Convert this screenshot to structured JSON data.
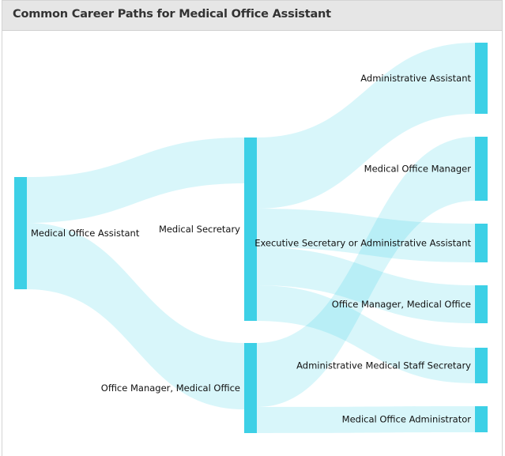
{
  "title": "Common Career Paths for Medical Office Assistant",
  "colors": {
    "node": "#3dd0e6",
    "link": "#3dd0e6",
    "header_bg": "#e6e6e6"
  },
  "chart_data": {
    "type": "sankey",
    "nodes": [
      {
        "id": "moa",
        "label": "Medical Office Assistant",
        "column": 0
      },
      {
        "id": "ms",
        "label": "Medical Secretary",
        "column": 1
      },
      {
        "id": "om1",
        "label": "Office Manager, Medical Office",
        "column": 1
      },
      {
        "id": "aa",
        "label": "Administrative Assistant",
        "column": 2
      },
      {
        "id": "mom",
        "label": "Medical Office Manager",
        "column": 2
      },
      {
        "id": "es",
        "label": "Executive Secretary or Administrative Assistant",
        "column": 2
      },
      {
        "id": "om2",
        "label": "Office Manager, Medical Office",
        "column": 2
      },
      {
        "id": "amss",
        "label": "Administrative Medical Staff Secretary",
        "column": 2
      },
      {
        "id": "moad",
        "label": "Medical Office Administrator",
        "column": 2
      }
    ],
    "links": [
      {
        "source": "moa",
        "target": "ms",
        "value": 58
      },
      {
        "source": "moa",
        "target": "om1",
        "value": 84
      },
      {
        "source": "ms",
        "target": "aa",
        "value": 90
      },
      {
        "source": "ms",
        "target": "es",
        "value": 49
      },
      {
        "source": "ms",
        "target": "om2",
        "value": 48
      },
      {
        "source": "ms",
        "target": "amss",
        "value": 45
      },
      {
        "source": "om1",
        "target": "mom",
        "value": 81
      },
      {
        "source": "om1",
        "target": "moad",
        "value": 33
      }
    ]
  }
}
